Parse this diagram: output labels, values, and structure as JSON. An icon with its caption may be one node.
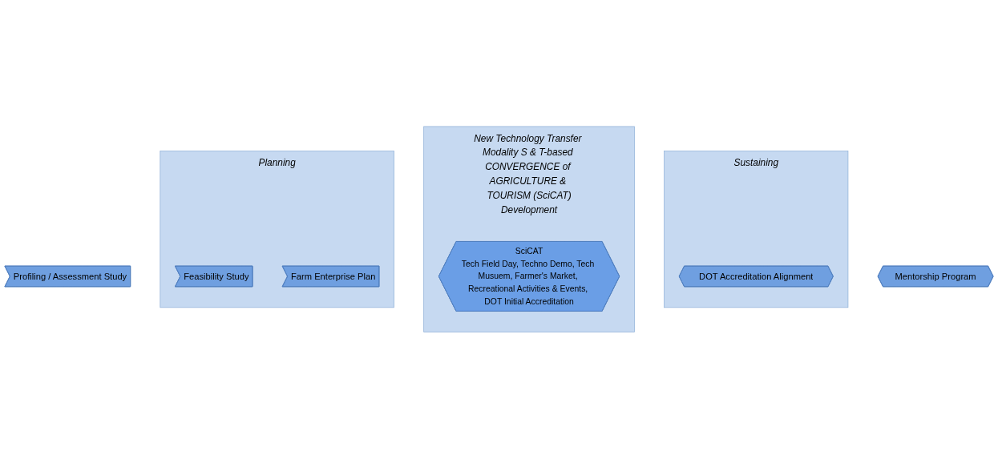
{
  "diagram": {
    "nodes": [
      {
        "text": [
          "Planning"
        ]
      },
      {
        "text": [
          "Profiling / Assessment Study"
        ]
      },
      {
        "text": [
          "Feasibility Study"
        ],
        "in": 0
      },
      {
        "text": [
          "Farm Enterprise Plan"
        ],
        "in": 0
      },
      {
        "text": [
          "New Technology Transfer Modality S & T-based CONVERGENCE of AGRICULTURE & TOURISM (SciCAT)",
          "Development"
        ]
      },
      {
        "text": [
          "SciCAT",
          "Tech Field Day, Techno Demo, Tech Musuem, Farmer's Market, Recreational Activities & Events, DOT Initial Accreditation"
        ],
        "in": 4
      },
      {
        "text": [
          "Sustaining"
        ]
      },
      {
        "text": [
          "DOT Accreditation Alignment"
        ],
        "in": 6
      },
      {
        "text": [
          "Mentorship Program"
        ]
      }
    ]
  }
}
